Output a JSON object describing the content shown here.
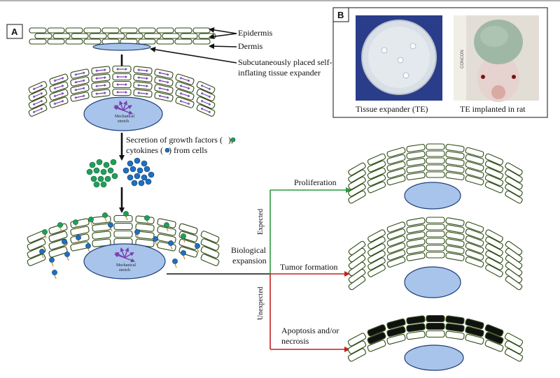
{
  "panels": {
    "a_label": "A",
    "b_label": "B"
  },
  "labels": {
    "epidermis": "Epidermis",
    "dermis": "Dermis",
    "expander_line1": "Subcutaneously placed self-",
    "expander_line2": "inflating tissue expander",
    "mech_stretch_1a": "Mechanical",
    "mech_stretch_1b": "stretch",
    "mech_stretch_2a": "Mechanical",
    "mech_stretch_2b": "stretch",
    "secretion_line1": "Secretion of growth factors (",
    "secretion_line1_end": "),",
    "secretion_line2": "cytokines (",
    "secretion_line2_end": ") from cells",
    "biological_line1": "Biological",
    "biological_line2": "expansion",
    "expected": "Expected",
    "unexpected": "Unexpected",
    "proliferation": "Proliferation",
    "tumor": "Tumor formation",
    "apoptosis_line1": "Apoptosis and/or",
    "apoptosis_line2": "necrosis"
  },
  "photos": {
    "tissue_expander_caption": "Tissue expander (TE)",
    "rat_caption": "TE implanted in rat",
    "ruler_text": "CONCON"
  },
  "colors": {
    "growth_factor": "#1fa05a",
    "cytokine": "#1f6fc0",
    "stretch_arrows": "#7a3fb0",
    "expected_arrow": "#2a9a3a",
    "unexpected_arrow": "#c42020",
    "dead_cell": "#111111"
  }
}
